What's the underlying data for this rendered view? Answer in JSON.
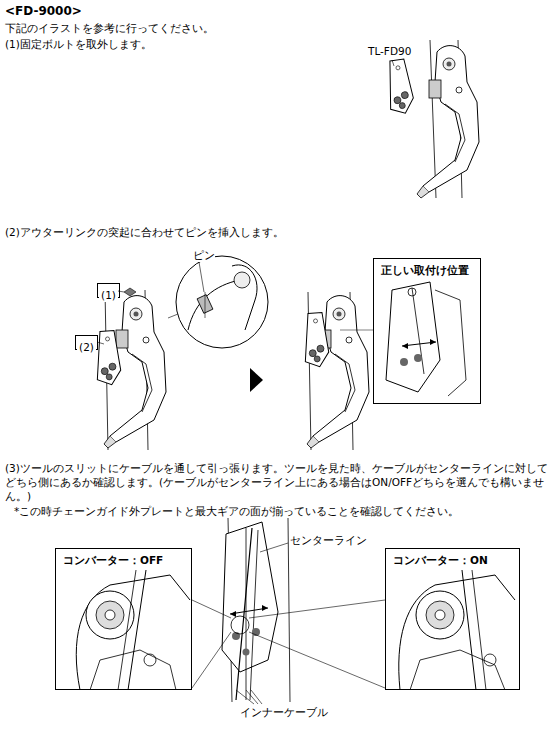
{
  "diagram": {
    "title": "<FD-9000>",
    "nodes": [
      {
        "text": [
          "(1)"
        ]
      },
      {
        "text": [
          "(2)"
        ]
      },
      {
        "text": [
          "正しい取付け位置"
        ]
      },
      {
        "text": [
          "コンバーター：OFF"
        ]
      },
      {
        "text": [
          "コンバーター：ON"
        ]
      }
    ],
    "labels": [
      "下記のイラストを参考に行ってください。",
      "(1)固定ボルトを取外します。",
      "TL-FD90",
      "(2)アウターリンクの突起に合わせてピンを挿入します。",
      "ピン",
      "(3)ツールのスリットにケーブルを通して引っ張ります。ツールを見た時、ケーブルがセンターラインに対してどちら側にあるか確認します。(ケーブルがセンターライン上にある場合はON/OFFどちらを選んでも構いません。)",
      "*この時チェーンガイド外プレートと最大ギアの面が揃っていることを確認してください。",
      "センターライン",
      "インナーケーブル"
    ]
  }
}
